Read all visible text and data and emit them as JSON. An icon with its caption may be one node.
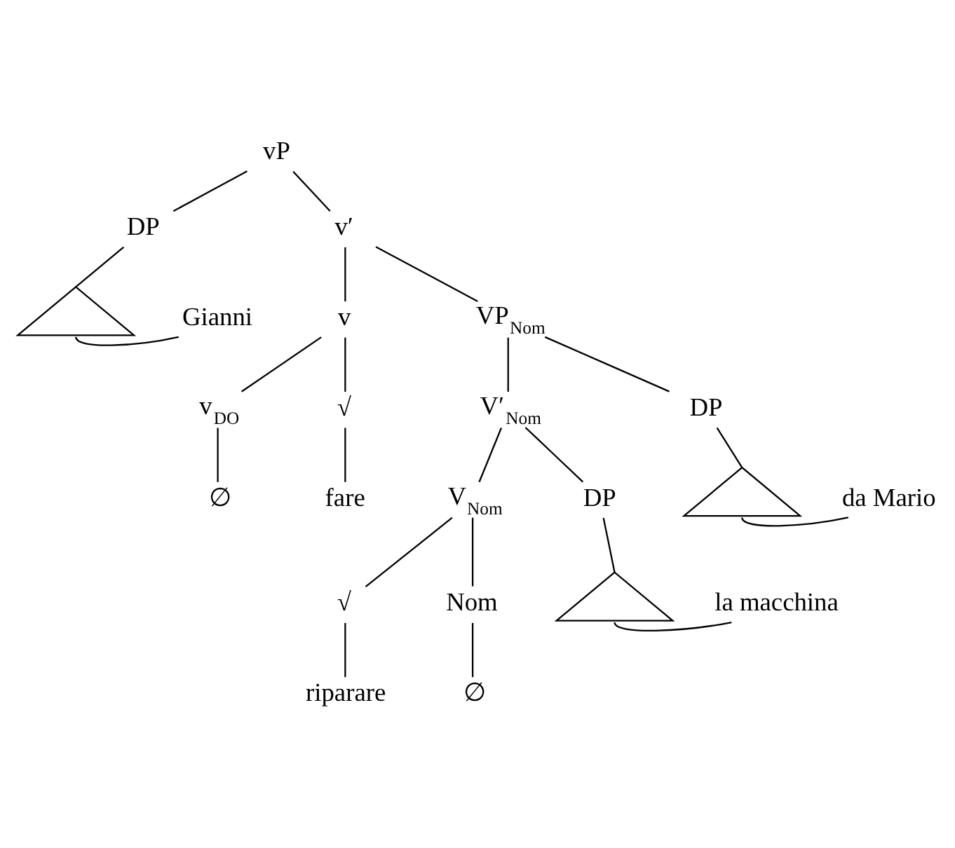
{
  "diagram": {
    "nodes": [
      {
        "text": [
          "vP"
        ]
      },
      {
        "text": [
          "DP"
        ]
      },
      {
        "text": [],
        "shape": "triangle"
      },
      {
        "text": [
          "Gianni"
        ]
      },
      {
        "text": [
          "v′"
        ]
      },
      {
        "text": [
          "v"
        ]
      },
      {
        "text": [
          "VP$_{Nom}$"
        ]
      },
      {
        "text": [
          "v$_{DO}$"
        ]
      },
      {
        "text": [
          "√"
        ]
      },
      {
        "text": [
          "∅"
        ]
      },
      {
        "text": [
          "fare"
        ]
      },
      {
        "text": [
          "V′$_{Nom}$"
        ]
      },
      {
        "text": [
          "DP"
        ]
      },
      {
        "text": [],
        "shape": "triangle"
      },
      {
        "text": [
          "da Mario"
        ]
      },
      {
        "text": [
          "V$_{Nom}$"
        ]
      },
      {
        "text": [
          "DP"
        ]
      },
      {
        "text": [],
        "shape": "triangle"
      },
      {
        "text": [
          "la macchina"
        ]
      },
      {
        "text": [
          "√"
        ]
      },
      {
        "text": [
          "Nom"
        ]
      },
      {
        "text": [
          "riparare"
        ]
      },
      {
        "text": [
          "∅"
        ]
      }
    ],
    "edges": [
      {
        "from": 0,
        "to": 1,
        "arrow": "none"
      },
      {
        "from": 0,
        "to": 4,
        "arrow": "none"
      },
      {
        "from": 1,
        "to": 2,
        "arrow": "none"
      },
      {
        "from": 2,
        "to": 3,
        "arrow": "none"
      },
      {
        "from": 4,
        "to": 5,
        "arrow": "none"
      },
      {
        "from": 4,
        "to": 6,
        "arrow": "none"
      },
      {
        "from": 5,
        "to": 7,
        "arrow": "none"
      },
      {
        "from": 5,
        "to": 8,
        "arrow": "none"
      },
      {
        "from": 7,
        "to": 9,
        "arrow": "none"
      },
      {
        "from": 8,
        "to": 10,
        "arrow": "none"
      },
      {
        "from": 6,
        "to": 11,
        "arrow": "none"
      },
      {
        "from": 6,
        "to": 12,
        "arrow": "none"
      },
      {
        "from": 12,
        "to": 13,
        "arrow": "none"
      },
      {
        "from": 13,
        "to": 14,
        "arrow": "none"
      },
      {
        "from": 11,
        "to": 15,
        "arrow": "none"
      },
      {
        "from": 11,
        "to": 16,
        "arrow": "none"
      },
      {
        "from": 16,
        "to": 17,
        "arrow": "none"
      },
      {
        "from": 17,
        "to": 18,
        "arrow": "none"
      },
      {
        "from": 15,
        "to": 19,
        "arrow": "none"
      },
      {
        "from": 15,
        "to": 20,
        "arrow": "none"
      },
      {
        "from": 19,
        "to": 21,
        "arrow": "none"
      },
      {
        "from": 20,
        "to": 22,
        "arrow": "none"
      }
    ]
  }
}
